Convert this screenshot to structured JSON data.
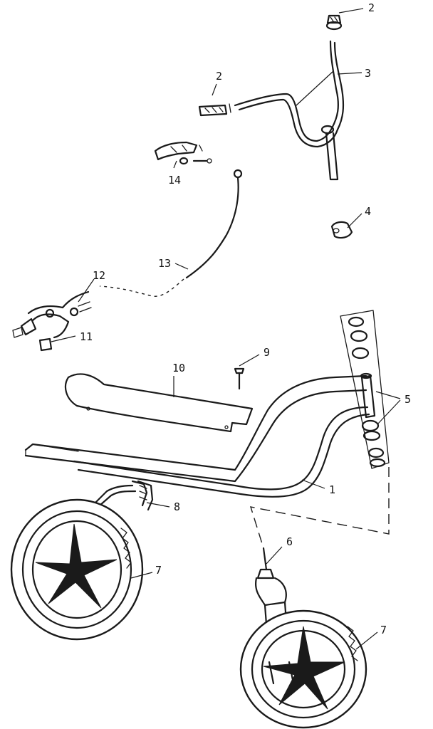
{
  "diagram": {
    "callouts": {
      "grip_top": "2",
      "grip_left": "2",
      "handlebar": "3",
      "clamp": "4",
      "headset": "5",
      "fork": "6",
      "wheel_rear": "7",
      "wheel_front": "7",
      "kickstand": "8",
      "screw": "9",
      "deck": "10",
      "brake_pad": "11",
      "brake_caliper": "12",
      "brake_cable": "13",
      "brake_lever": "14"
    }
  }
}
